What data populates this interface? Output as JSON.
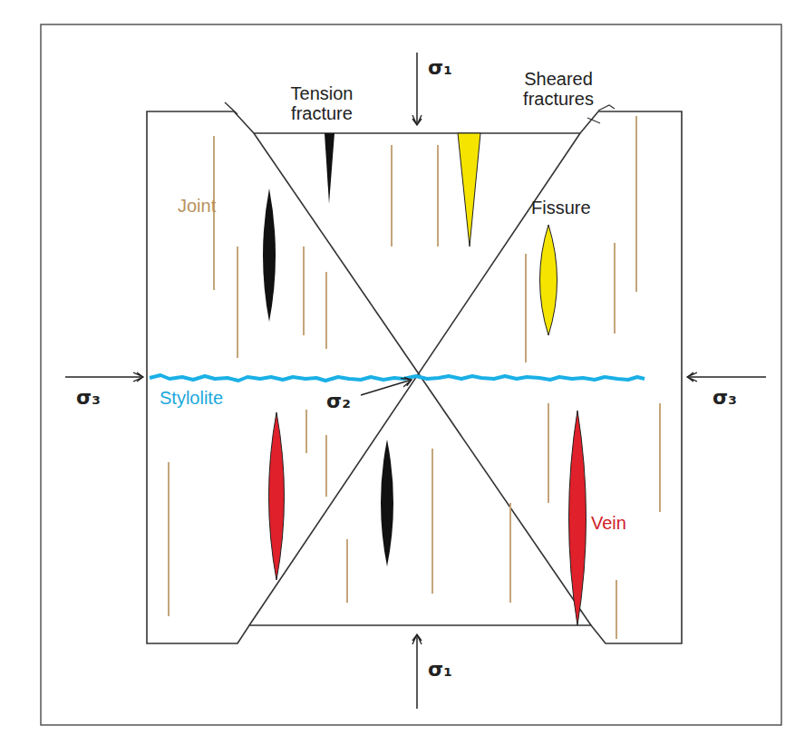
{
  "diagram": {
    "labels": [
      "Tension fracture",
      "Sheared fractures",
      "Joint",
      "Fissure",
      "Stylolite",
      "Vein",
      "σ₁",
      "σ₁",
      "σ₃",
      "σ₃",
      "σ₂"
    ]
  }
}
